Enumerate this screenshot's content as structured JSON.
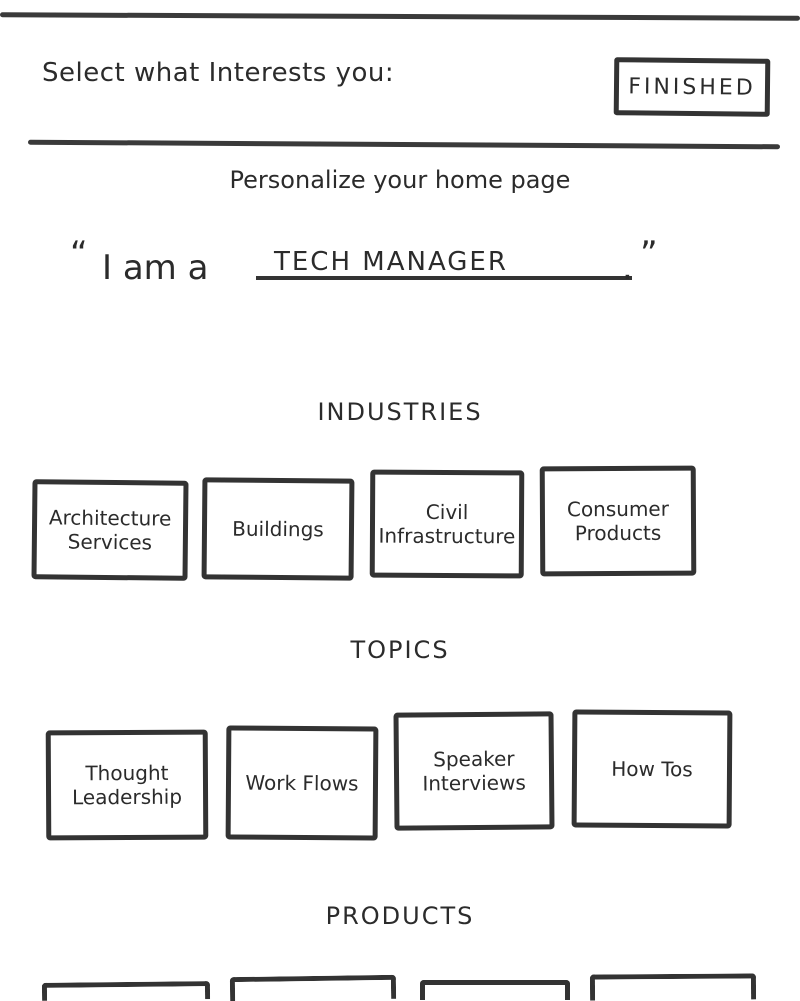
{
  "header": {
    "title": "Select what Interests you:",
    "finished_label": "FINISHED"
  },
  "subtitle": "Personalize your home page",
  "statement": {
    "open_quote": "“",
    "prefix": "I am a",
    "role": "TECH MANAGER",
    "period": ".",
    "close_quote": "”"
  },
  "sections": {
    "industries": {
      "heading": "INDUSTRIES",
      "items": [
        {
          "label": "Architecture Services"
        },
        {
          "label": "Buildings"
        },
        {
          "label": "Civil Infrastructure"
        },
        {
          "label": "Consumer Products"
        }
      ]
    },
    "topics": {
      "heading": "TOPICS",
      "items": [
        {
          "label": "Thought Leadership"
        },
        {
          "label": "Work Flows"
        },
        {
          "label": "Speaker Interviews"
        },
        {
          "label": "How Tos"
        }
      ]
    },
    "products": {
      "heading": "PRODUCTS",
      "items": []
    }
  }
}
